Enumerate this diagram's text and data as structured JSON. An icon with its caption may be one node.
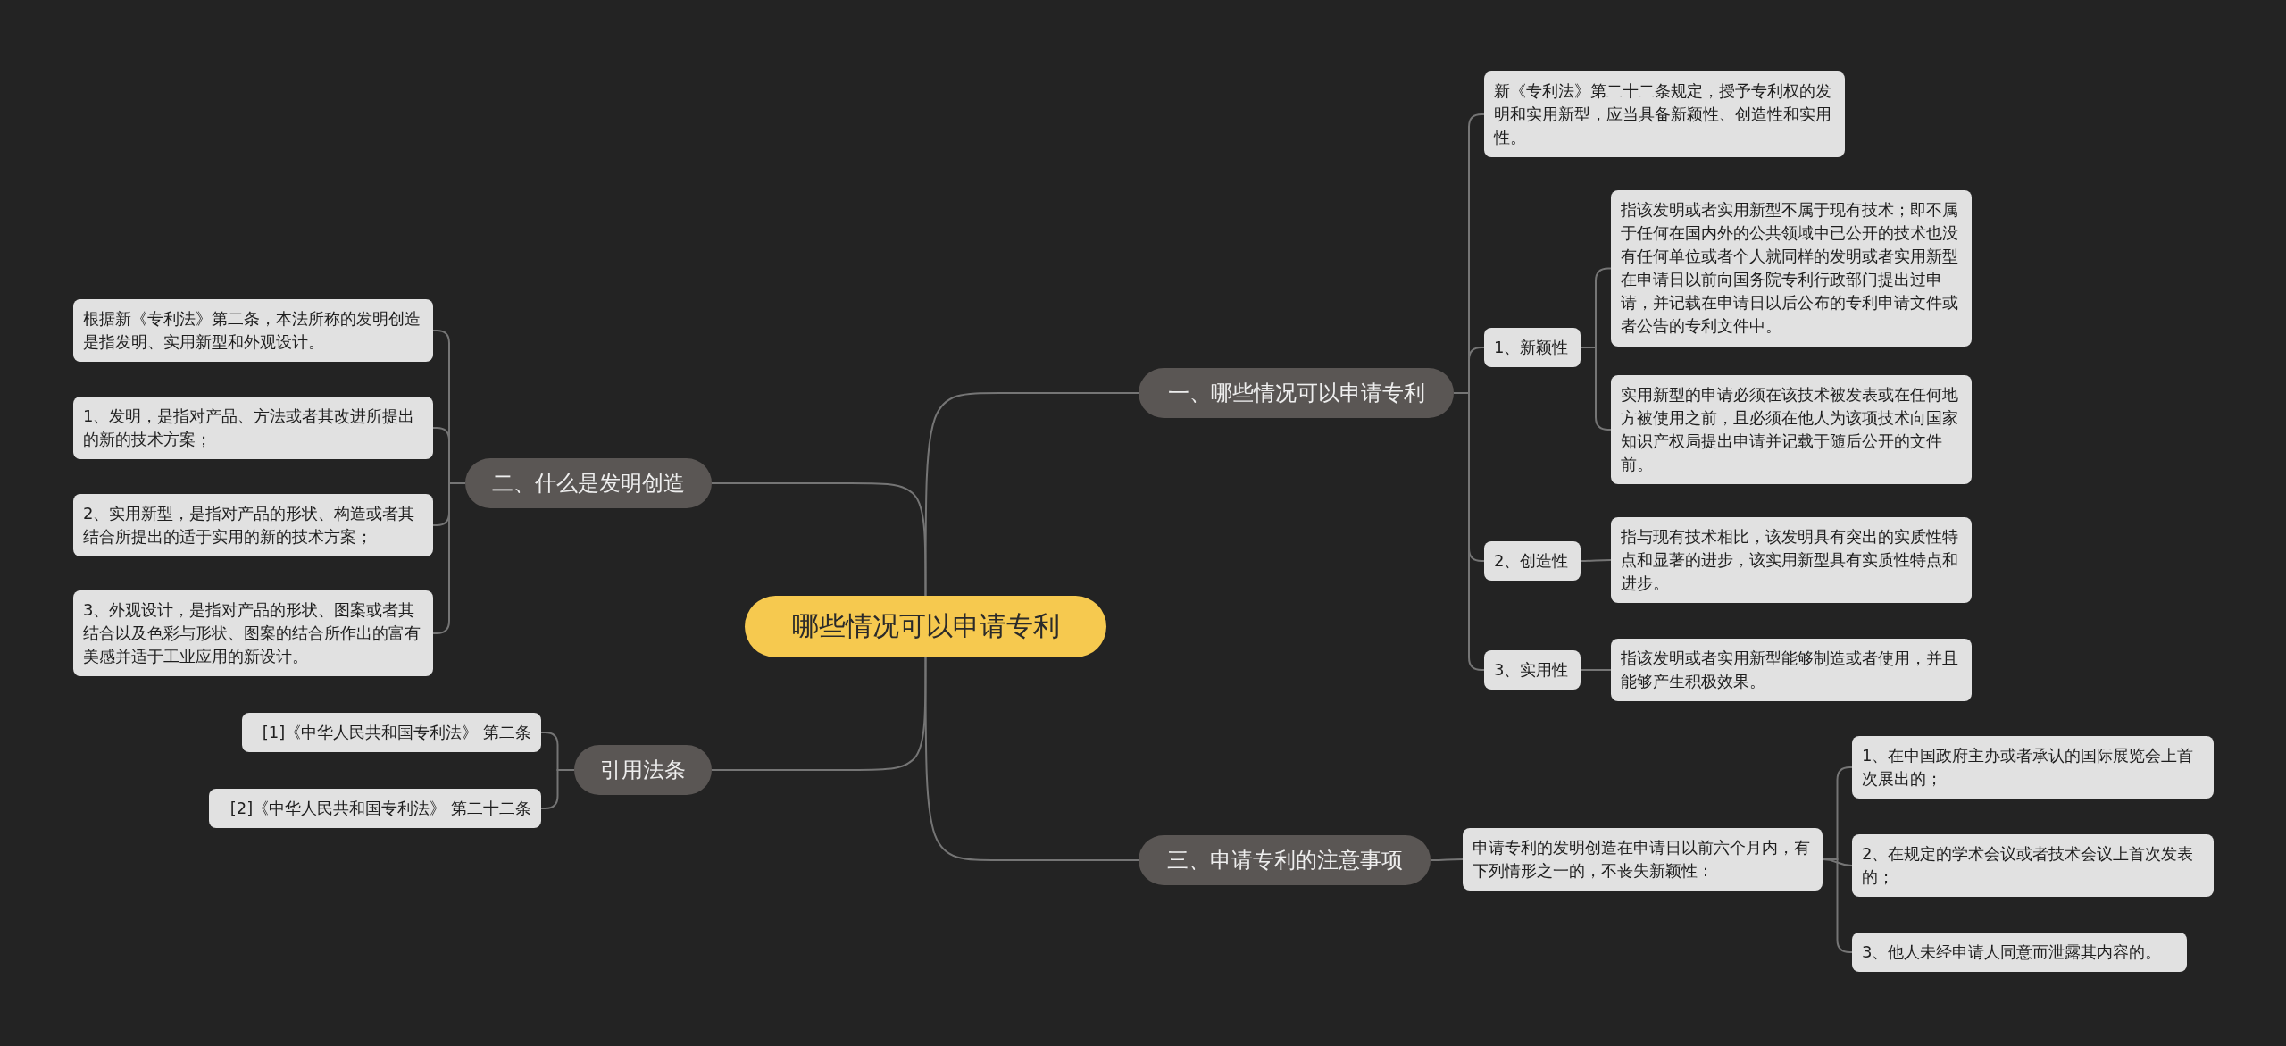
{
  "diagram": {
    "nodes": [
      {
        "text": [
          "哪些情况可以申请专利"
        ]
      },
      {
        "text": [
          "一、哪些情况可以申请专利"
        ]
      },
      {
        "text": [
          "新《专利法》第二十二条规定，授予专利权的发明和实用新型，应当具备新颖性、创造性和实用性。"
        ]
      },
      {
        "text": [
          "1、新颖性"
        ]
      },
      {
        "text": [
          "指该发明或者实用新型不属于现有技术；即不属于任何在国内外的公共领域中已公开的技术也没有任何单位或者个人就同样的发明或者实用新型在申请日以前向国务院专利行政部门提出过申请，并记载在申请日以后公布的专利申请文件或者公告的专利文件中。"
        ]
      },
      {
        "text": [
          "实用新型的申请必须在该技术被发表或在任何地方被使用之前，且必须在他人为该项技术向国家知识产权局提出申请并记载于随后公开的文件前。"
        ]
      },
      {
        "text": [
          "2、创造性"
        ]
      },
      {
        "text": [
          "指与现有技术相比，该发明具有突出的实质性特点和显著的进步，该实用新型具有实质性特点和进步。"
        ]
      },
      {
        "text": [
          "3、实用性"
        ]
      },
      {
        "text": [
          "指该发明或者实用新型能够制造或者使用，并且能够产生积极效果。"
        ]
      },
      {
        "text": [
          "三、申请专利的注意事项"
        ]
      },
      {
        "text": [
          "申请专利的发明创造在申请日以前六个月内，有下列情形之一的，不丧失新颖性："
        ]
      },
      {
        "text": [
          "1、在中国政府主办或者承认的国际展览会上首次展出的；"
        ]
      },
      {
        "text": [
          "2、在规定的学术会议或者技术会议上首次发表的；"
        ]
      },
      {
        "text": [
          "3、他人未经申请人同意而泄露其内容的。"
        ]
      },
      {
        "text": [
          "二、什么是发明创造"
        ]
      },
      {
        "text": [
          "根据新《专利法》第二条，本法所称的发明创造是指发明、实用新型和外观设计。"
        ]
      },
      {
        "text": [
          "1、发明，是指对产品、方法或者其改进所提出的新的技术方案；"
        ]
      },
      {
        "text": [
          "2、实用新型，是指对产品的形状、构造或者其结合所提出的适于实用的新的技术方案；"
        ]
      },
      {
        "text": [
          "3、外观设计，是指对产品的形状、图案或者其结合以及色彩与形状、图案的结合所作出的富有美感并适于工业应用的新设计。"
        ]
      },
      {
        "text": [
          "引用法条"
        ]
      },
      {
        "text": [
          "[1]《中华人民共和国专利法》 第二条"
        ]
      },
      {
        "text": [
          "[2]《中华人民共和国专利法》 第二十二条"
        ]
      }
    ],
    "edges": [
      {
        "from": 0,
        "to": 1,
        "arrow": "none"
      },
      {
        "from": 1,
        "to": 2,
        "arrow": "none"
      },
      {
        "from": 1,
        "to": 3,
        "arrow": "none"
      },
      {
        "from": 3,
        "to": 4,
        "arrow": "none"
      },
      {
        "from": 3,
        "to": 5,
        "arrow": "none"
      },
      {
        "from": 1,
        "to": 6,
        "arrow": "none"
      },
      {
        "from": 6,
        "to": 7,
        "arrow": "none"
      },
      {
        "from": 1,
        "to": 8,
        "arrow": "none"
      },
      {
        "from": 8,
        "to": 9,
        "arrow": "none"
      },
      {
        "from": 0,
        "to": 10,
        "arrow": "none"
      },
      {
        "from": 10,
        "to": 11,
        "arrow": "none"
      },
      {
        "from": 11,
        "to": 12,
        "arrow": "none"
      },
      {
        "from": 11,
        "to": 13,
        "arrow": "none"
      },
      {
        "from": 11,
        "to": 14,
        "arrow": "none"
      },
      {
        "from": 0,
        "to": 15,
        "arrow": "none"
      },
      {
        "from": 15,
        "to": 16,
        "arrow": "none"
      },
      {
        "from": 15,
        "to": 17,
        "arrow": "none"
      },
      {
        "from": 15,
        "to": 18,
        "arrow": "none"
      },
      {
        "from": 15,
        "to": 19,
        "arrow": "none"
      },
      {
        "from": 0,
        "to": 20,
        "arrow": "none"
      },
      {
        "from": 20,
        "to": 21,
        "arrow": "none"
      },
      {
        "from": 20,
        "to": 22,
        "arrow": "none"
      }
    ]
  }
}
